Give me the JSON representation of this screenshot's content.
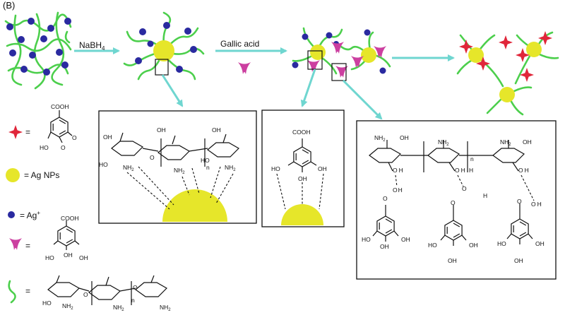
{
  "panel_label": "(B)",
  "reagents": {
    "step1": "NaBH",
    "step1_sub": "4",
    "step2": "Gallic acid"
  },
  "legend": {
    "equals": "=",
    "ag_nps": "= Ag NPs",
    "ag_ion": "= Ag",
    "ag_ion_sup": "+"
  },
  "chem": {
    "cooh": "COOH",
    "oh": "OH",
    "ho": "HO",
    "o": "O",
    "nh2": "NH",
    "nh2_sub": "2",
    "n": "n",
    "h": "H"
  },
  "colors": {
    "chitosan_chain": "#4ccf4c",
    "ag_ion": "#2a2aa0",
    "ag_np": "#e6e62a",
    "oxidized_ga_star": "#e0263a",
    "gallic_acid_triangle": "#cc3fa0",
    "arrow": "#6fd6d0"
  }
}
